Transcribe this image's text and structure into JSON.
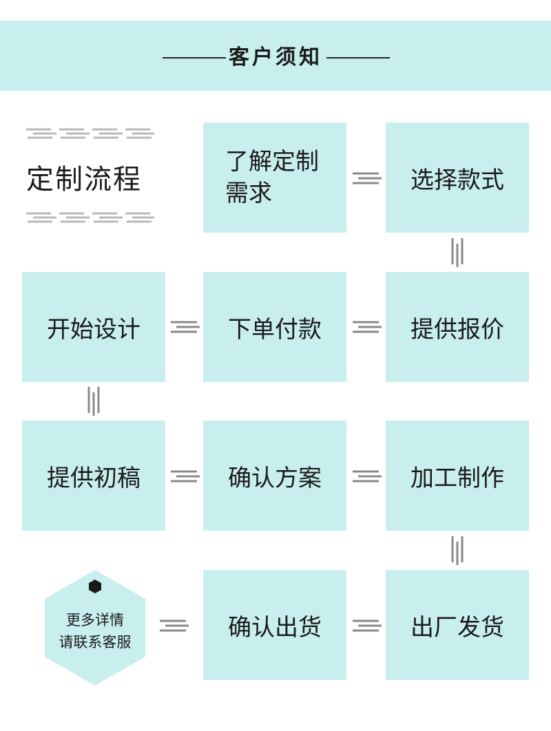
{
  "header": {
    "title": "客户须知"
  },
  "flow": {
    "title": "定制流程"
  },
  "steps": {
    "s1": {
      "line1": "了解定制",
      "line2": "需求"
    },
    "s2": "选择款式",
    "s3": "提供报价",
    "s4": "下单付款",
    "s5": "开始设计",
    "s6": "提供初稿",
    "s7": "确认方案",
    "s8": "加工制作",
    "s9": "出厂发货",
    "s10": "确认出货"
  },
  "contact": {
    "line1": "更多详情",
    "line2": "请联系客服"
  },
  "colors": {
    "box": "#c9eeee",
    "connector": "#888888",
    "text": "#1a1a1a"
  }
}
